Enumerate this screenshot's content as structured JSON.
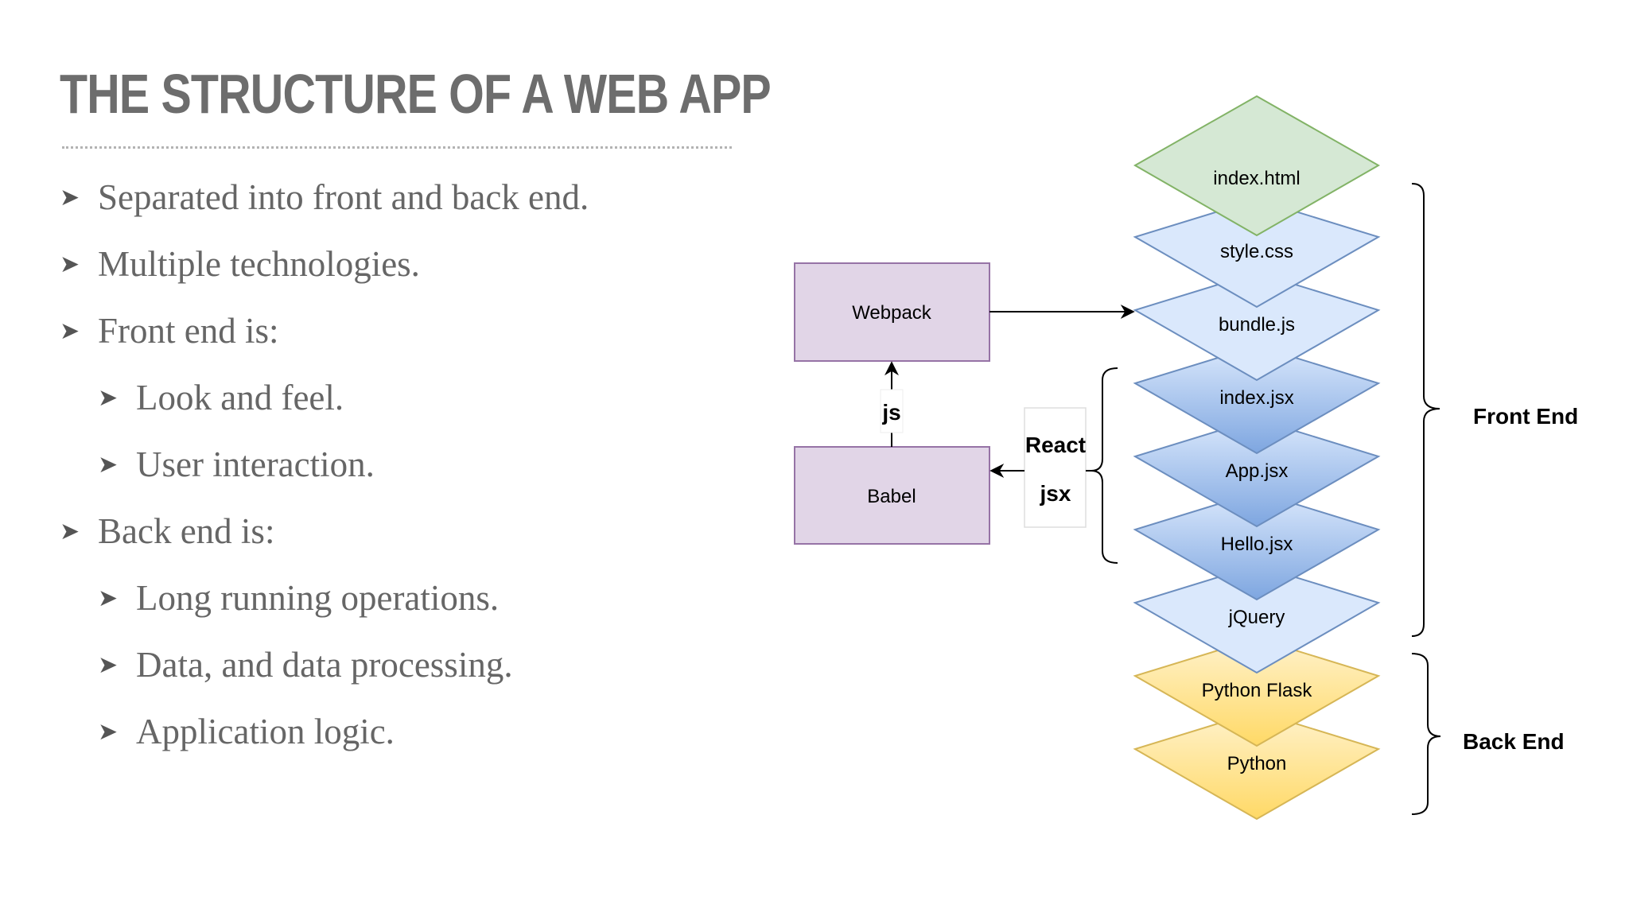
{
  "slide": {
    "title": "THE STRUCTURE OF A WEB APP",
    "bullets": [
      {
        "level": 1,
        "text": "Separated into front and back end."
      },
      {
        "level": 1,
        "text": "Multiple technologies."
      },
      {
        "level": 1,
        "text": "Front end is:"
      },
      {
        "level": 2,
        "text": "Look and feel."
      },
      {
        "level": 2,
        "text": "User interaction."
      },
      {
        "level": 1,
        "text": "Back end is:"
      },
      {
        "level": 2,
        "text": "Long running operations."
      },
      {
        "level": 2,
        "text": "Data, and data processing."
      },
      {
        "level": 2,
        "text": "Application logic."
      }
    ],
    "bullet_glyph": "➤"
  },
  "diagram": {
    "stack": [
      {
        "label": "index.html",
        "theme": "green"
      },
      {
        "label": "style.css",
        "theme": "light-blue"
      },
      {
        "label": "bundle.js",
        "theme": "light-blue"
      },
      {
        "label": "index.jsx",
        "theme": "blue"
      },
      {
        "label": "App.jsx",
        "theme": "blue"
      },
      {
        "label": "Hello.jsx",
        "theme": "blue"
      },
      {
        "label": "jQuery",
        "theme": "light-blue"
      },
      {
        "label": "Python Flask",
        "theme": "yellow"
      },
      {
        "label": "Python",
        "theme": "yellow"
      }
    ],
    "boxes": {
      "webpack": "Webpack",
      "babel": "Babel"
    },
    "edge_labels": {
      "js": "js",
      "react": "React",
      "jsx": "jsx"
    },
    "groups": {
      "front_end": "Front End",
      "back_end": "Back End"
    },
    "colors": {
      "green_fill": "#d5e8d4",
      "green_stroke": "#82b366",
      "light_blue_fill": "#dae8fc",
      "blue_stroke": "#6c8ebf",
      "blue_top": "#dae8fc",
      "blue_bottom": "#7ea6e0",
      "yellow_top": "#fff2cc",
      "yellow_bottom": "#ffd966",
      "yellow_stroke": "#d6b656",
      "purple_fill": "#e1d5e7",
      "purple_stroke": "#9673a6"
    }
  }
}
